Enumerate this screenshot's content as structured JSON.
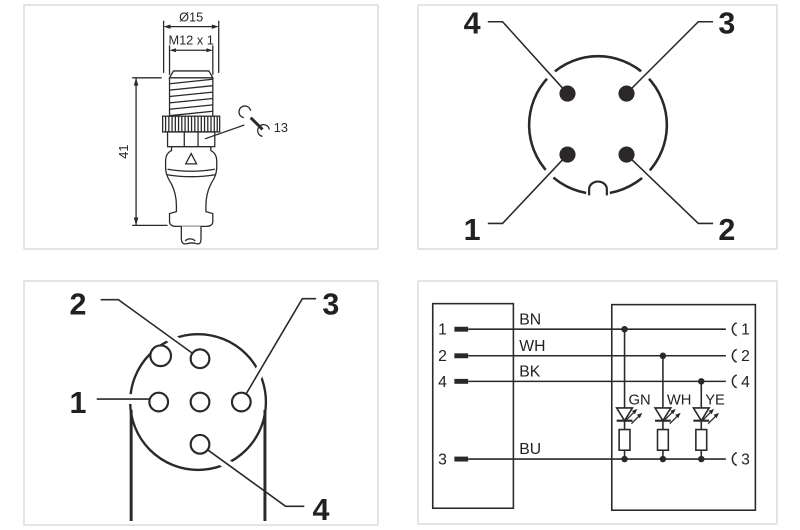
{
  "side_view": {
    "diameter_label": "Ø15",
    "thread_label": "M12 x 1",
    "length_label": "41",
    "wrench_size_label": "13"
  },
  "male_face": {
    "pin_top_left": "4",
    "pin_top_right": "3",
    "pin_bottom_left": "1",
    "pin_bottom_right": "2"
  },
  "female_face": {
    "pin_top": "2",
    "pin_right": "3",
    "pin_left": "1",
    "pin_bottom": "4"
  },
  "wiring": {
    "rows": [
      {
        "pin": "1",
        "wire_color": "BN"
      },
      {
        "pin": "2",
        "wire_color": "WH"
      },
      {
        "pin": "4",
        "wire_color": "BK"
      },
      {
        "pin": "3",
        "wire_color": "BU"
      }
    ],
    "led_labels": [
      "GN",
      "WH",
      "YE"
    ]
  },
  "colors": {
    "line": "#2b2827",
    "panel_border": "#e4e4e4",
    "background": "#ffffff"
  }
}
